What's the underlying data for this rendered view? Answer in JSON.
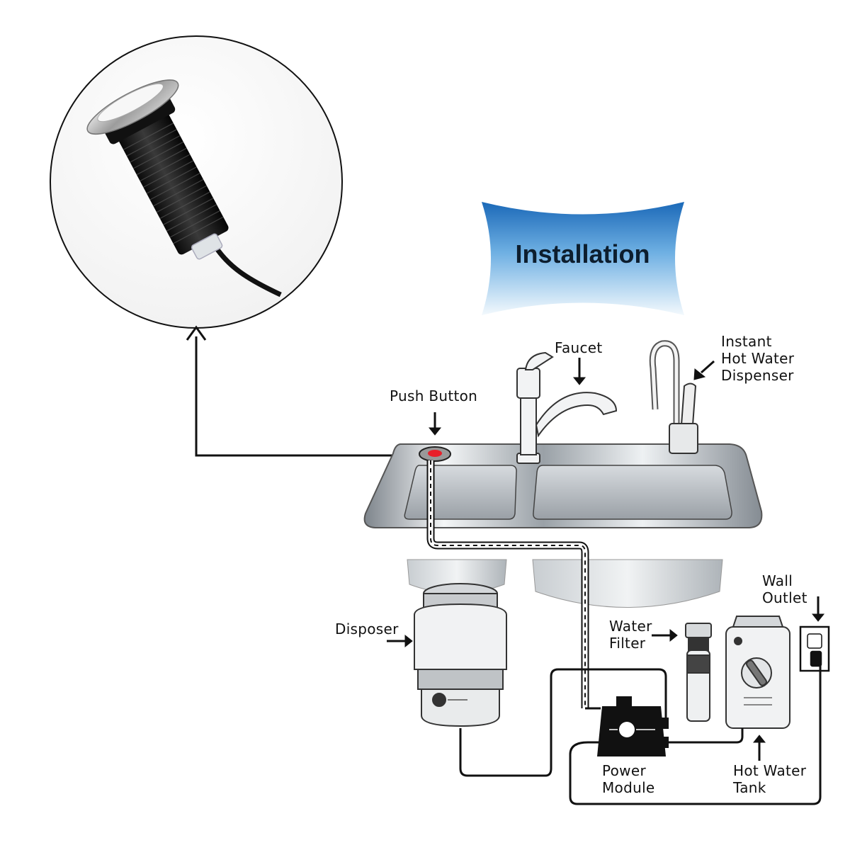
{
  "banner": {
    "title": "Installation"
  },
  "labels": {
    "push_button": "Push Button",
    "faucet": "Faucet",
    "hot_water_dispenser": [
      "Instant",
      "Hot Water",
      "Dispenser"
    ],
    "wall_outlet": [
      "Wall",
      "Outlet"
    ],
    "disposer": "Disposer",
    "water_filter": [
      "Water",
      "Filter"
    ],
    "power_module": [
      "Power",
      "Module"
    ],
    "hot_water_tank": [
      "Hot Water",
      "Tank"
    ]
  },
  "colors": {
    "line": "#111111",
    "banner_top": "#1e6fbf",
    "banner_bottom": "#eaf4fb",
    "indicator": "#e8202a",
    "steel_light": "#e6e9ec",
    "steel_dark": "#8a9096"
  },
  "icons": [
    "push-button-closeup-photo",
    "faucet-icon",
    "hot-water-dispenser-icon",
    "sink-icon",
    "disposer-icon",
    "water-filter-icon",
    "power-module-icon",
    "hot-water-tank-icon",
    "wall-outlet-icon"
  ]
}
